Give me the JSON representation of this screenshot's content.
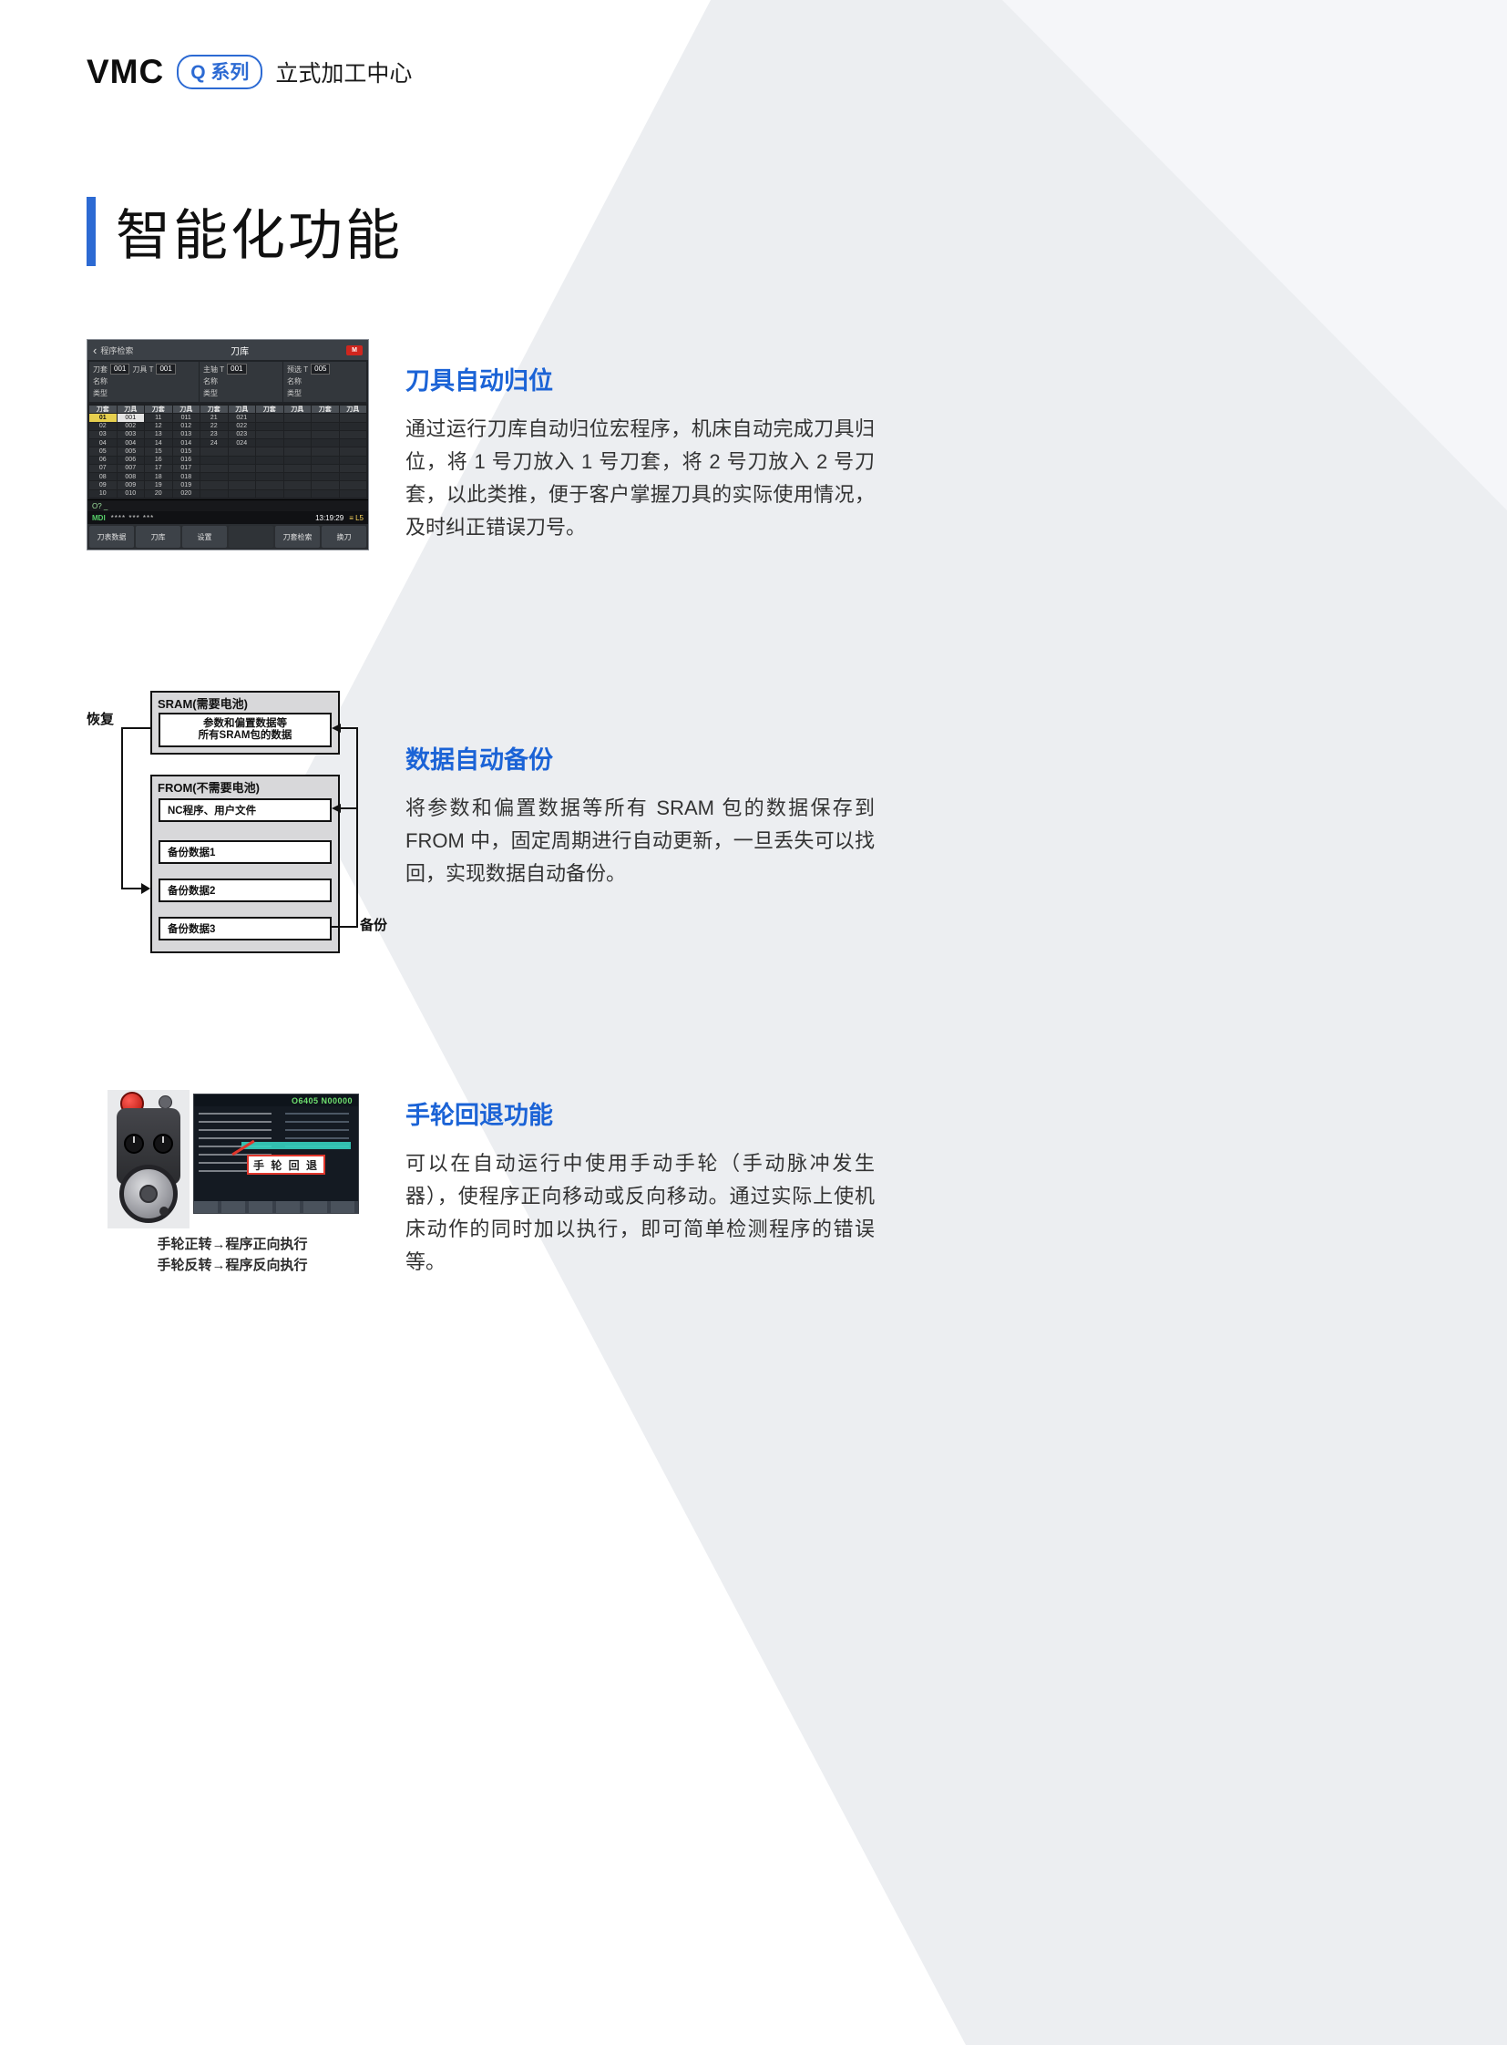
{
  "header": {
    "brand": "VMC",
    "badge": "Q 系列",
    "subtitle": "立式加工中心"
  },
  "page_title": "智能化功能",
  "sections": {
    "tool_return": {
      "heading": "刀具自动归位",
      "body": "通过运行刀库自动归位宏程序，机床自动完成刀具归位，将 1 号刀放入 1 号刀套，将 2 号刀放入 2 号刀套，以此类推，便于客户掌握刀具的实际使用情况，及时纠正错误刀号。"
    },
    "data_backup": {
      "heading": "数据自动备份",
      "body": "将参数和偏置数据等所有 SRAM 包的数据保存到 FROM 中，固定周期进行自动更新，一旦丢失可以找回，实现数据自动备份。"
    },
    "handwheel": {
      "heading": "手轮回退功能",
      "body": "可以在自动运行中使用手动手轮（手动脉冲发生器），使程序正向移动或反向移动。通过实际上使机床动作的同时加以执行，即可简单检测程序的错误等。",
      "caption1": "手轮正转→程序正向执行",
      "caption2": "手轮反转→程序反向执行"
    }
  },
  "cnc_screen": {
    "nav": {
      "back": "‹",
      "left": "程序检索",
      "title": "刀库",
      "logo": "M"
    },
    "info": {
      "pocket_label": "刀套",
      "pocket_value": "001",
      "tool_label": "刀具 T",
      "tool_value": "001",
      "spindle_label": "主轴 T",
      "spindle_value": "001",
      "presel_label": "预选 T",
      "presel_value": "005",
      "name_label": "名称",
      "type_label": "类型"
    },
    "table": {
      "header": [
        "刀套",
        "刀具"
      ],
      "groups": [
        [
          [
            "01",
            "001"
          ],
          [
            "02",
            "002"
          ],
          [
            "03",
            "003"
          ],
          [
            "04",
            "004"
          ],
          [
            "05",
            "005"
          ],
          [
            "06",
            "006"
          ],
          [
            "07",
            "007"
          ],
          [
            "08",
            "008"
          ],
          [
            "09",
            "009"
          ],
          [
            "10",
            "010"
          ]
        ],
        [
          [
            "11",
            "011"
          ],
          [
            "12",
            "012"
          ],
          [
            "13",
            "013"
          ],
          [
            "14",
            "014"
          ],
          [
            "15",
            "015"
          ],
          [
            "16",
            "016"
          ],
          [
            "17",
            "017"
          ],
          [
            "18",
            "018"
          ],
          [
            "19",
            "019"
          ],
          [
            "20",
            "020"
          ]
        ],
        [
          [
            "21",
            "021"
          ],
          [
            "22",
            "022"
          ],
          [
            "23",
            "023"
          ],
          [
            "24",
            "024"
          ],
          [
            "",
            ""
          ],
          [
            "",
            ""
          ],
          [
            "",
            ""
          ],
          [
            "",
            ""
          ],
          [
            "",
            ""
          ],
          [
            "",
            ""
          ]
        ],
        [
          [
            "",
            ""
          ],
          [
            "",
            ""
          ],
          [
            "",
            ""
          ],
          [
            "",
            ""
          ],
          [
            "",
            ""
          ],
          [
            "",
            ""
          ],
          [
            "",
            ""
          ],
          [
            "",
            ""
          ],
          [
            "",
            ""
          ],
          [
            "",
            ""
          ]
        ],
        [
          [
            "",
            ""
          ],
          [
            "",
            ""
          ],
          [
            "",
            ""
          ],
          [
            "",
            ""
          ],
          [
            "",
            ""
          ],
          [
            "",
            ""
          ],
          [
            "",
            ""
          ],
          [
            "",
            ""
          ],
          [
            "",
            ""
          ],
          [
            "",
            ""
          ]
        ]
      ]
    },
    "input_line": "O? _",
    "status": {
      "mode": "MDI",
      "dots": "**** *** ***",
      "time": "13:19:29",
      "right": "≡ L5"
    },
    "softkeys": [
      "刀表数据",
      "刀库",
      "设置",
      "",
      "刀套检索",
      "换刀"
    ]
  },
  "diagram": {
    "restore_label": "恢复",
    "backup_label": "备份",
    "sram_title": "SRAM(需要电池)",
    "sram_line1": "参数和偏置数据等",
    "sram_line2": "所有SRAM包的数据",
    "from_title": "FROM(不需要电池)",
    "from_content": "NC程序、用户文件",
    "backups": [
      "备份数据1",
      "备份数据2",
      "备份数据3"
    ]
  },
  "hw_screen": {
    "program": "O6405 N00000",
    "callout": "手 轮 回 退"
  }
}
